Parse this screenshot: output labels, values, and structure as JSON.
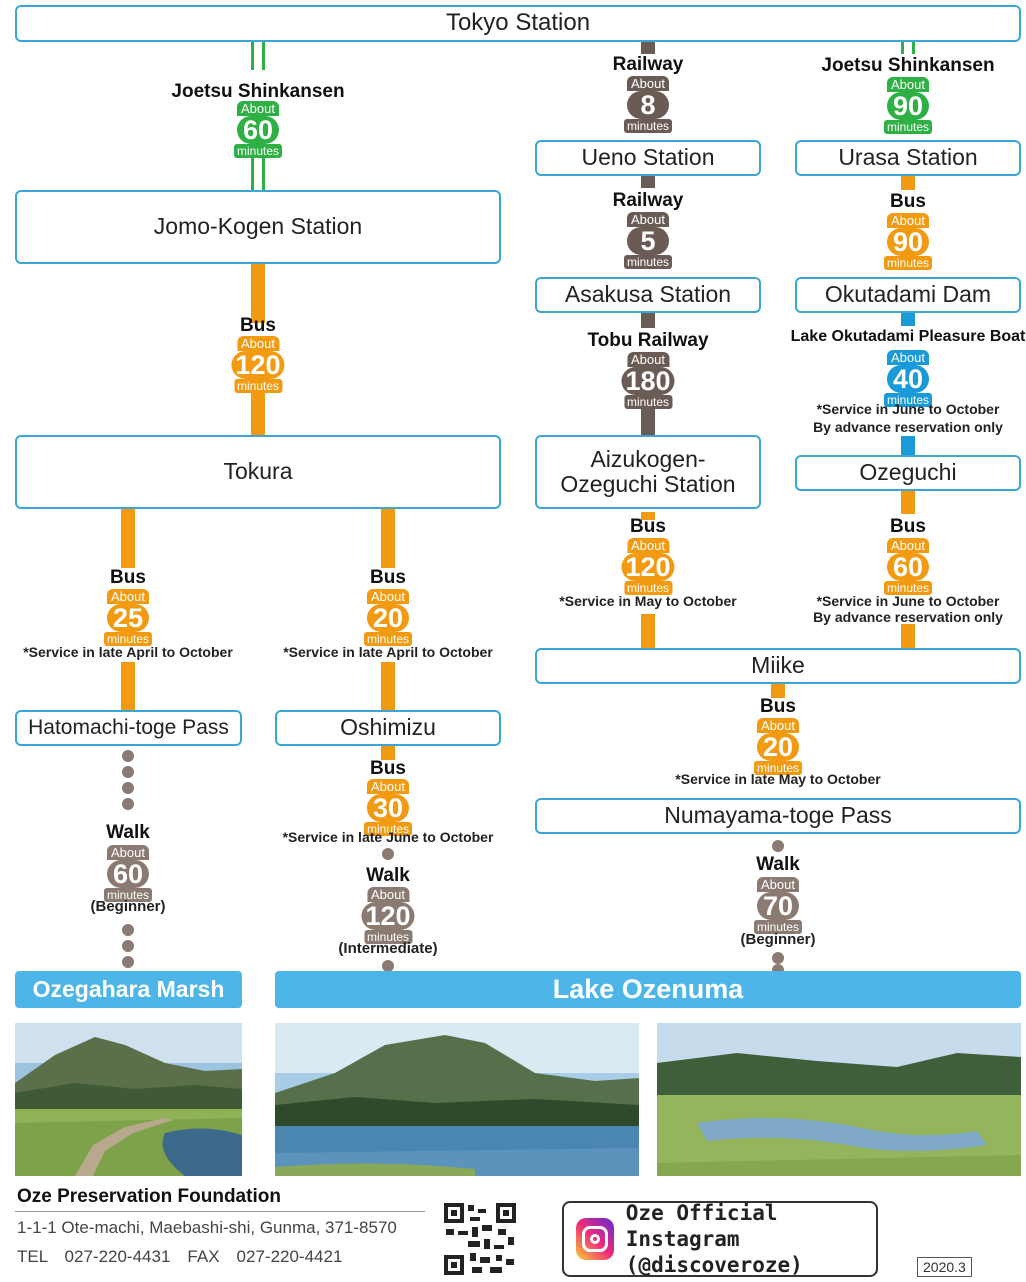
{
  "stations": {
    "tokyo": "Tokyo Station",
    "jomo": "Jomo-Kogen Station",
    "tokura": "Tokura",
    "hatomachi": "Hatomachi-toge Pass",
    "oshimizu": "Oshimizu",
    "ueno": "Ueno Station",
    "asakusa": "Asakusa Station",
    "aizu_1": "Aizukogen-",
    "aizu_2": "Ozeguchi Station",
    "urasa": "Urasa Station",
    "okutadami": "Okutadami Dam",
    "ozeguchi": "Ozeguchi",
    "miike": "Miike",
    "numayama": "Numayama-toge Pass"
  },
  "segments": {
    "tokyo_jomo": {
      "mode": "Joetsu Shinkansen",
      "about": "About",
      "minutes": "60",
      "unit": "minutes"
    },
    "jomo_tokura": {
      "mode": "Bus",
      "about": "About",
      "minutes": "120",
      "unit": "minutes"
    },
    "tokura_hatomachi": {
      "mode": "Bus",
      "about": "About",
      "minutes": "25",
      "unit": "minutes",
      "note": "*Service in late April to October"
    },
    "tokura_oshimizu": {
      "mode": "Bus",
      "about": "About",
      "minutes": "20",
      "unit": "minutes",
      "note": "*Service in late April to October"
    },
    "hatomachi_walk": {
      "mode": "Walk",
      "about": "About",
      "minutes": "60",
      "unit": "minutes",
      "level": "(Beginner)"
    },
    "oshimizu_bus": {
      "mode": "Bus",
      "about": "About",
      "minutes": "30",
      "unit": "minutes",
      "note": "*Service in late June to October"
    },
    "oshimizu_walk": {
      "mode": "Walk",
      "about": "About",
      "minutes": "120",
      "unit": "minutes",
      "level": "(Intermediate)"
    },
    "tokyo_ueno": {
      "mode": "Railway",
      "about": "About",
      "minutes": "8",
      "unit": "minutes"
    },
    "ueno_asakusa": {
      "mode": "Railway",
      "about": "About",
      "minutes": "5",
      "unit": "minutes"
    },
    "asakusa_aizu": {
      "mode": "Tobu Railway",
      "about": "About",
      "minutes": "180",
      "unit": "minutes"
    },
    "aizu_miike": {
      "mode": "Bus",
      "about": "About",
      "minutes": "120",
      "unit": "minutes",
      "note": "*Service in May to October"
    },
    "tokyo_urasa": {
      "mode": "Joetsu Shinkansen",
      "about": "About",
      "minutes": "90",
      "unit": "minutes"
    },
    "urasa_okutadami": {
      "mode": "Bus",
      "about": "About",
      "minutes": "90",
      "unit": "minutes"
    },
    "okutadami_ozeguchi": {
      "mode": "Lake Okutadami Pleasure Boat",
      "about": "About",
      "minutes": "40",
      "unit": "minutes",
      "note1": "*Service in June to October",
      "note2": "By advance reservation only"
    },
    "ozeguchi_miike": {
      "mode": "Bus",
      "about": "About",
      "minutes": "60",
      "unit": "minutes",
      "note1": "*Service in June to October",
      "note2": "By advance reservation only"
    },
    "miike_numayama": {
      "mode": "Bus",
      "about": "About",
      "minutes": "20",
      "unit": "minutes",
      "note": "*Service in late May to October"
    },
    "numayama_walk": {
      "mode": "Walk",
      "about": "About",
      "minutes": "70",
      "unit": "minutes",
      "level": "(Beginner)"
    }
  },
  "destinations": {
    "marsh": "Ozegahara Marsh",
    "lake": "Lake Ozenuma"
  },
  "footer": {
    "org": "Oze Preservation Foundation",
    "address": "1-1-1 Ote-machi, Maebashi-shi, Gunma, 371-8570",
    "phone": "TEL　027-220-4431　FAX　027-220-4421",
    "insta_line1": "Oze Official Instagram",
    "insta_line2": "(@discoveroze)",
    "date": "2020.3"
  },
  "colors": {
    "station_border": "#3aa6d8",
    "shinkansen": "#2fb045",
    "bus": "#f29b12",
    "railway": "#6b5b55",
    "boat": "#1a9ad8",
    "walk": "#8a7a72",
    "destination": "#4db5e8"
  }
}
